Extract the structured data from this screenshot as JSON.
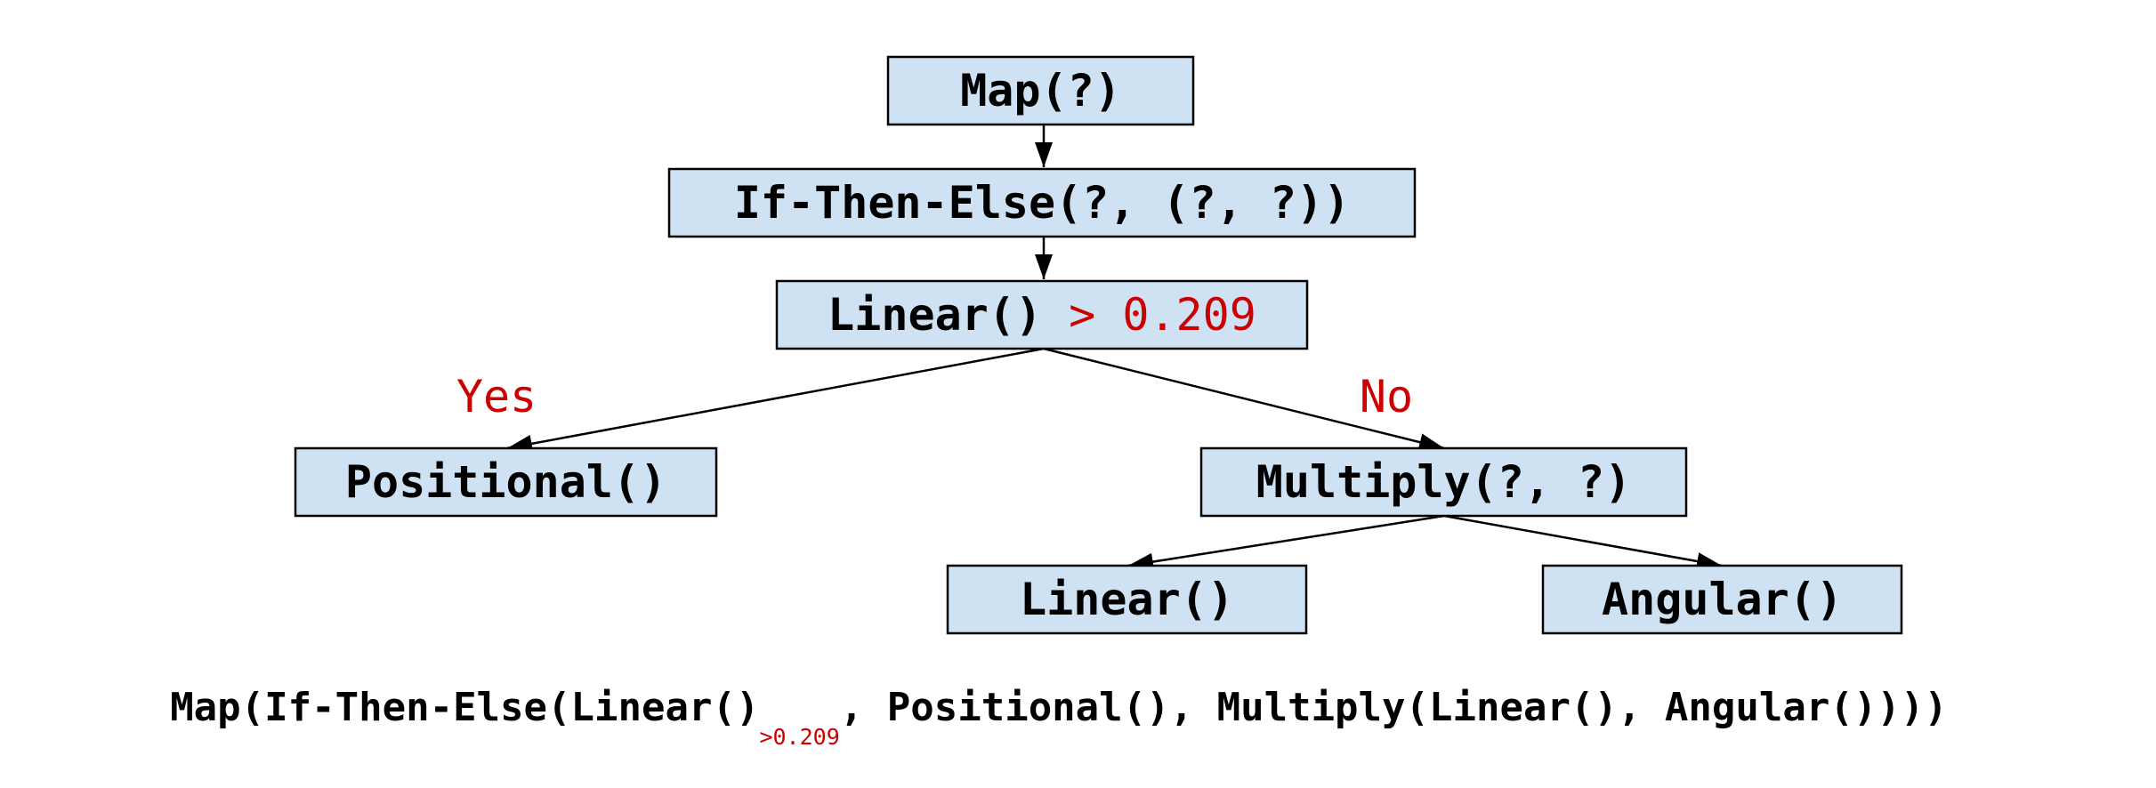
{
  "diagram": {
    "colors": {
      "box_fill": "#cfe2f3",
      "box_stroke": "#000000",
      "text": "#000000",
      "accent": "#cc0000"
    },
    "nodes": {
      "map": {
        "label": "Map(?)"
      },
      "if_then_else": {
        "label": "If-Then-Else(?, (?, ?))"
      },
      "condition": {
        "label": "Linear()",
        "threshold": "> 0.209"
      },
      "positional": {
        "label": "Positional()"
      },
      "multiply": {
        "label": "Multiply(?, ?)"
      },
      "linear": {
        "label": "Linear()"
      },
      "angular": {
        "label": "Angular()"
      }
    },
    "branches": {
      "yes": "Yes",
      "no": "No"
    },
    "expression": {
      "prefix": "Map(If-Then-Else(Linear()",
      "subscript": ">0.209",
      "suffix": ", Positional(), Multiply(Linear(), Angular())))"
    }
  }
}
